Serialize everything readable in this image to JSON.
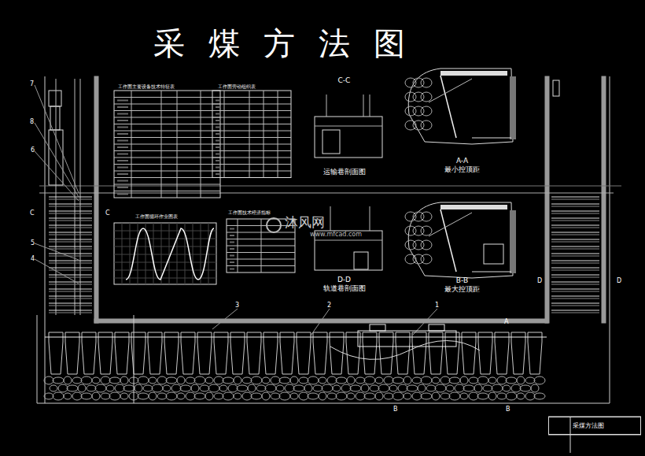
{
  "diagram": {
    "title": "采煤方法图",
    "nodes": [
      {
        "text": [
          "C-C",
          "运输巷剖面图"
        ]
      },
      {
        "text": [
          "A-A",
          "最小控顶距"
        ]
      },
      {
        "text": [
          "D-D",
          "轨道巷剖面图"
        ]
      },
      {
        "text": [
          "B-B",
          "最大控顶距"
        ]
      },
      {
        "text": [
          "采煤方法图"
        ]
      }
    ],
    "labels": [
      "1",
      "2",
      "3",
      "4",
      "5",
      "6",
      "7",
      "8",
      "C",
      "C",
      "D",
      "D",
      "A",
      "B",
      "B",
      "沐风网",
      "www.mfcad.com",
      "工作面主要设备技术特征表",
      "工作面劳动组织表",
      "工作面循环作业图表",
      "工作面技术经济指标"
    ]
  }
}
